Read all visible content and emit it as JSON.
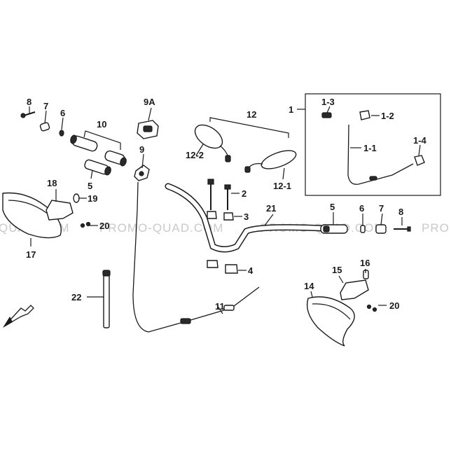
{
  "watermark": {
    "left": "QUAD.COM",
    "center_left": "PROMO-QUAD.COM",
    "center_right": "PROMO-QUAD.COM",
    "right": "PRO"
  },
  "callouts": {
    "c8_left": "8",
    "c7_left": "7",
    "c6_left": "6",
    "c10": "10",
    "c5_left": "5",
    "c9a": "9A",
    "c9": "9",
    "c12": "12",
    "c12_2": "12-2",
    "c12_1": "12-1",
    "c1": "1",
    "c1_3": "1-3",
    "c1_2": "1-2",
    "c1_1": "1-1",
    "c1_4": "1-4",
    "c18": "18",
    "c19": "19",
    "c20_left": "20",
    "c17": "17",
    "c2": "2",
    "c3": "3",
    "c4": "4",
    "c21": "21",
    "c5_right": "5",
    "c6_right": "6",
    "c7_right": "7",
    "c8_right": "8",
    "c15": "15",
    "c16": "16",
    "c14": "14",
    "c20_right": "20",
    "c22": "22",
    "c11": "11"
  }
}
